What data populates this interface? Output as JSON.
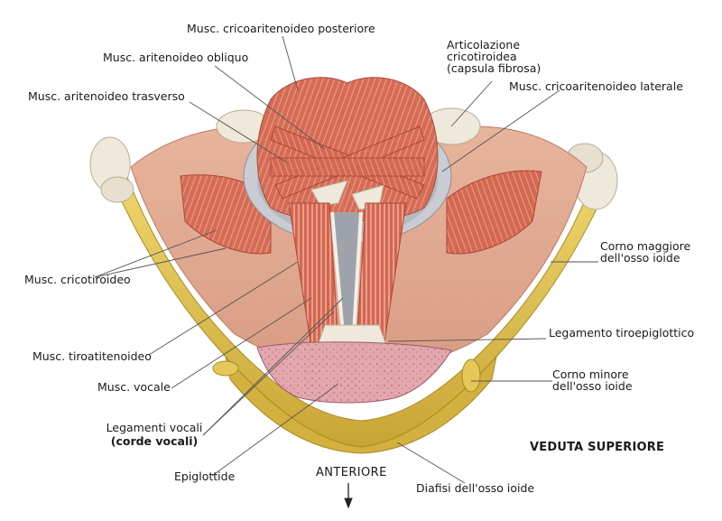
{
  "labels": {
    "crico_post": "Musc. cricoaritenoideo posteriore",
    "arit_obliquo": "Musc. aritenoideo obliquo",
    "arit_trasverso": "Musc. aritenoideo trasverso",
    "articolazione_1": "Articolazione",
    "articolazione_2": "cricotiroidea",
    "articolazione_3": "(capsula fibrosa)",
    "crico_lat": "Musc. cricoaritenoideo laterale",
    "cricotiroideo": "Musc. cricotiroideo",
    "corno_magg_1": "Corno maggiore",
    "corno_magg_2": "dell'osso ioide",
    "tiroaritenoideo": "Musc. tiroatitenoideo",
    "leg_tiroepi": "Legamento tiroepiglottico",
    "vocale": "Musc. vocale",
    "corno_min_1": "Corno minore",
    "corno_min_2": "dell'osso ioide",
    "leg_vocali_1": "Legamenti vocali",
    "leg_vocali_2": "(corde vocali)",
    "veduta": "VEDUTA SUPERIORE",
    "epiglottide": "Epiglottide",
    "anteriore": "ANTERIORE",
    "diafisi": "Diafisi dell'osso ioide"
  },
  "colors": {
    "bone": "#e2c44a",
    "bone_shadow": "#b89a2a",
    "muscle": "#d9705a",
    "muscle_dark": "#b5483a",
    "mucosa": "#e9b39b",
    "ligament": "#efe9dc",
    "cartilage": "#c9ccd2",
    "leader": "#555555"
  }
}
